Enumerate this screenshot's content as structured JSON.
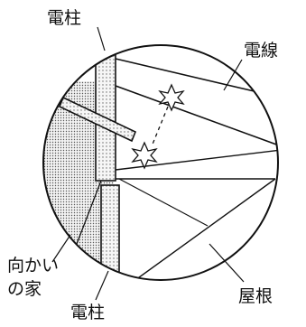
{
  "labels": {
    "pole_top": "電柱",
    "wire": "電線",
    "house_line1": "向かい",
    "house_line2": "の家",
    "roof": "屋根",
    "pole_bottom": "電柱"
  },
  "icons": {
    "spark": "sparkle-icon"
  },
  "colors": {
    "ink": "#111111",
    "background": "#ffffff",
    "dot_fill": "#bdbdbd"
  }
}
